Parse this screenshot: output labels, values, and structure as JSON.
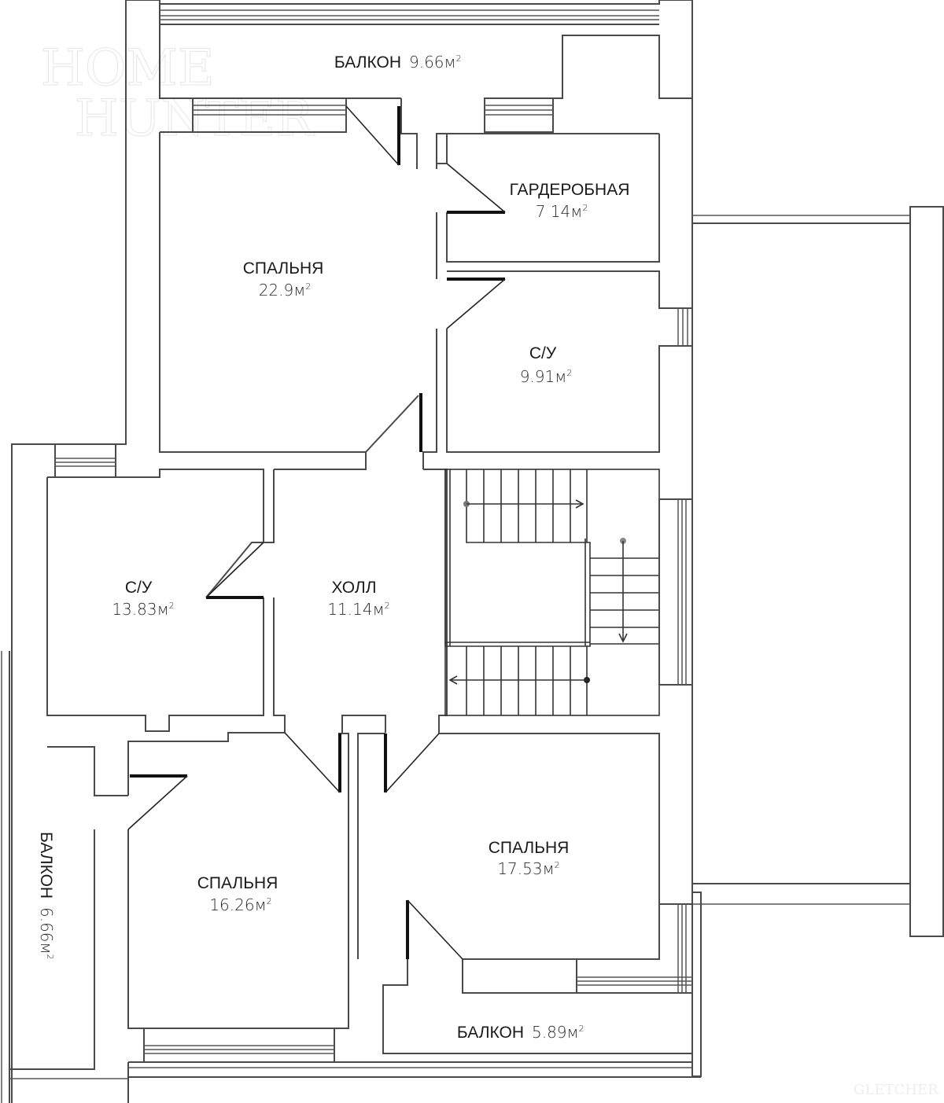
{
  "watermarks": {
    "top_left_line1": "HOME",
    "top_left_line2": "HUNTER",
    "bottom_right": "GLETCHER"
  },
  "rooms": [
    {
      "id": "balcony-top",
      "name": "БАЛКОН",
      "area": "9.66",
      "unit": "м",
      "sup": "2"
    },
    {
      "id": "wardrobe",
      "name": "ГАРДЕРОБНАЯ",
      "area": "7 14",
      "unit": "м",
      "sup": "2"
    },
    {
      "id": "bedroom-top",
      "name": "СПАЛЬНЯ",
      "area": "22.9",
      "unit": "м",
      "sup": "2"
    },
    {
      "id": "bathroom-right",
      "name": "С/У",
      "area": "9.91",
      "unit": "м",
      "sup": "2"
    },
    {
      "id": "bathroom-left",
      "name": "С/У",
      "area": "13.83",
      "unit": "м",
      "sup": "2"
    },
    {
      "id": "hall",
      "name": "ХОЛЛ",
      "area": "11.14",
      "unit": "м",
      "sup": "2"
    },
    {
      "id": "bedroom-bottom-right",
      "name": "СПАЛЬНЯ",
      "area": "17.53",
      "unit": "м",
      "sup": "2"
    },
    {
      "id": "bedroom-bottom-left",
      "name": "СПАЛЬНЯ",
      "area": "16.26",
      "unit": "м",
      "sup": "2"
    },
    {
      "id": "balcony-left",
      "name": "БАЛКОН",
      "area": "6.66",
      "unit": "м",
      "sup": "2"
    },
    {
      "id": "balcony-bottom",
      "name": "БАЛКОН",
      "area": "5.89",
      "unit": "м",
      "sup": "2"
    }
  ]
}
